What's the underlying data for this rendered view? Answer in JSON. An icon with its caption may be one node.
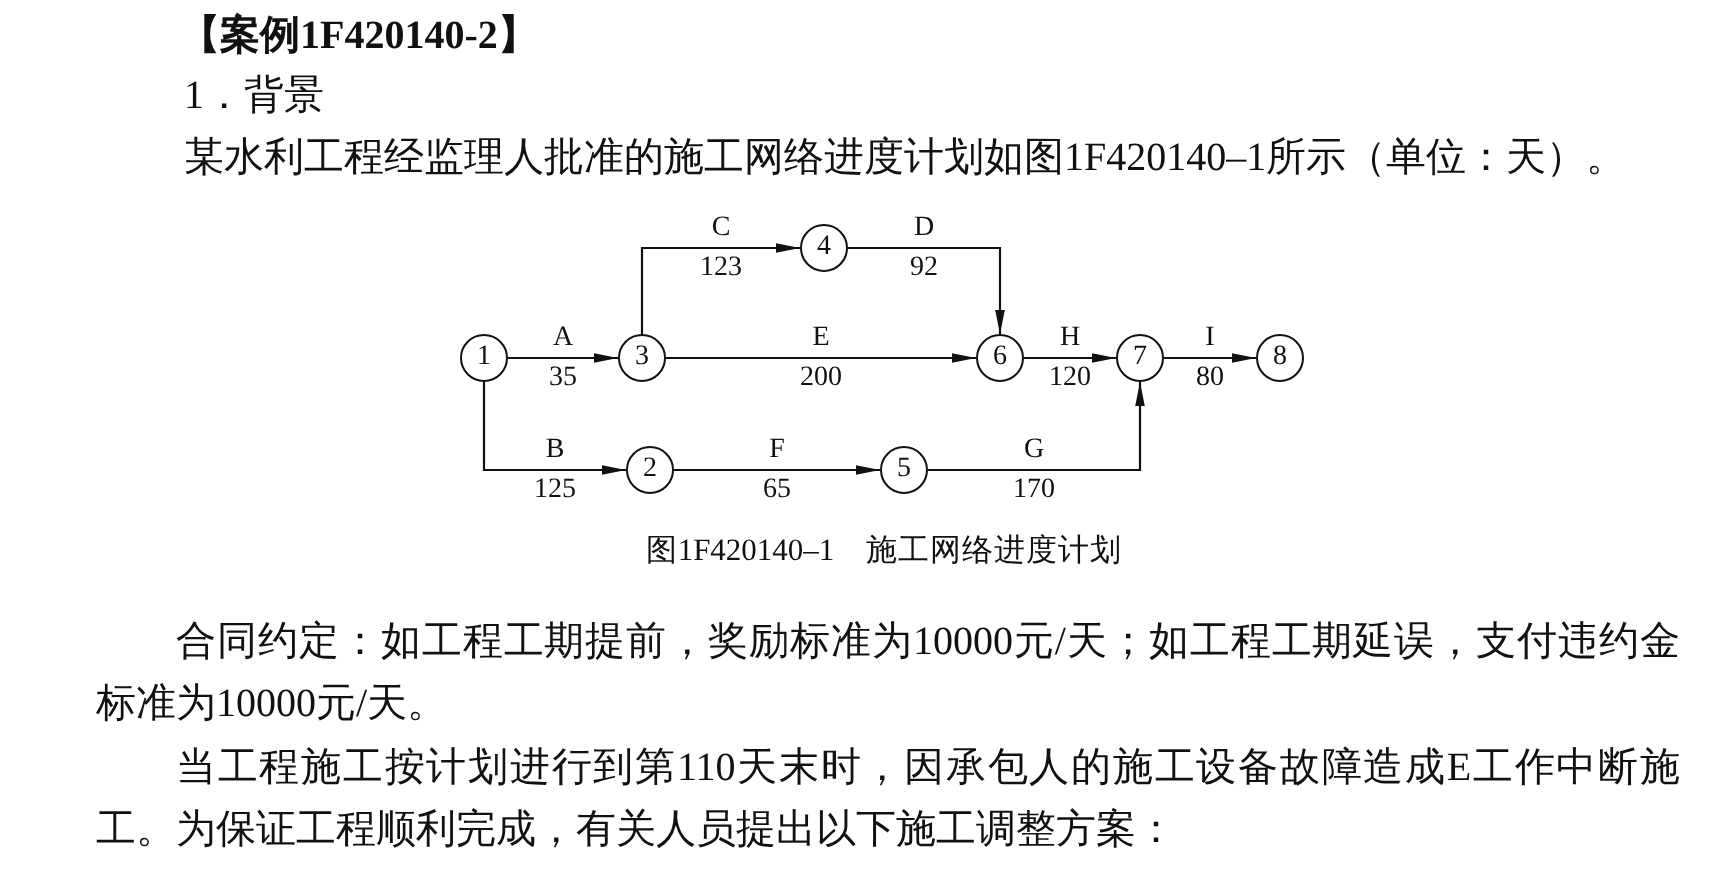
{
  "diagram": {
    "title": "【案例1F420140-2】",
    "caption": "图1F420140–1　施工网络进度计划",
    "nodes": [
      {
        "text": [
          "1"
        ]
      },
      {
        "text": [
          "2"
        ]
      },
      {
        "text": [
          "3"
        ]
      },
      {
        "text": [
          "4"
        ]
      },
      {
        "text": [
          "5"
        ]
      },
      {
        "text": [
          "6"
        ]
      },
      {
        "text": [
          "7"
        ]
      },
      {
        "text": [
          "8"
        ]
      }
    ],
    "edges": [
      {
        "from": 0,
        "to": 2,
        "arrow": "to",
        "label": "A"
      },
      {
        "from": 0,
        "to": 1,
        "arrow": "to",
        "label": "B"
      },
      {
        "from": 2,
        "to": 3,
        "arrow": "to",
        "label": "C"
      },
      {
        "from": 3,
        "to": 5,
        "arrow": "to",
        "label": "D"
      },
      {
        "from": 2,
        "to": 5,
        "arrow": "to",
        "label": "E"
      },
      {
        "from": 1,
        "to": 4,
        "arrow": "to",
        "label": "F"
      },
      {
        "from": 4,
        "to": 6,
        "arrow": "to",
        "label": "G"
      },
      {
        "from": 5,
        "to": 6,
        "arrow": "to",
        "label": "H"
      },
      {
        "from": 6,
        "to": 7,
        "arrow": "to",
        "label": "I"
      }
    ],
    "labels": [
      "1．背景",
      "某水利工程经监理人批准的施工网络进度计划如图1F420140–1所示（单位：天）。",
      "123",
      "92",
      "35",
      "200",
      "120",
      "80",
      "125",
      "65",
      "170",
      "合同约定：如工程工期提前，奖励标准为10000元/天；如工程工期延误，支付违约金标准为10000元/天。",
      "当工程施工按计划进行到第110天末时，因承包人的施工设备故障造成E工作中断施工。为保证工程顺利完成，有关人员提出以下施工调整方案："
    ]
  }
}
